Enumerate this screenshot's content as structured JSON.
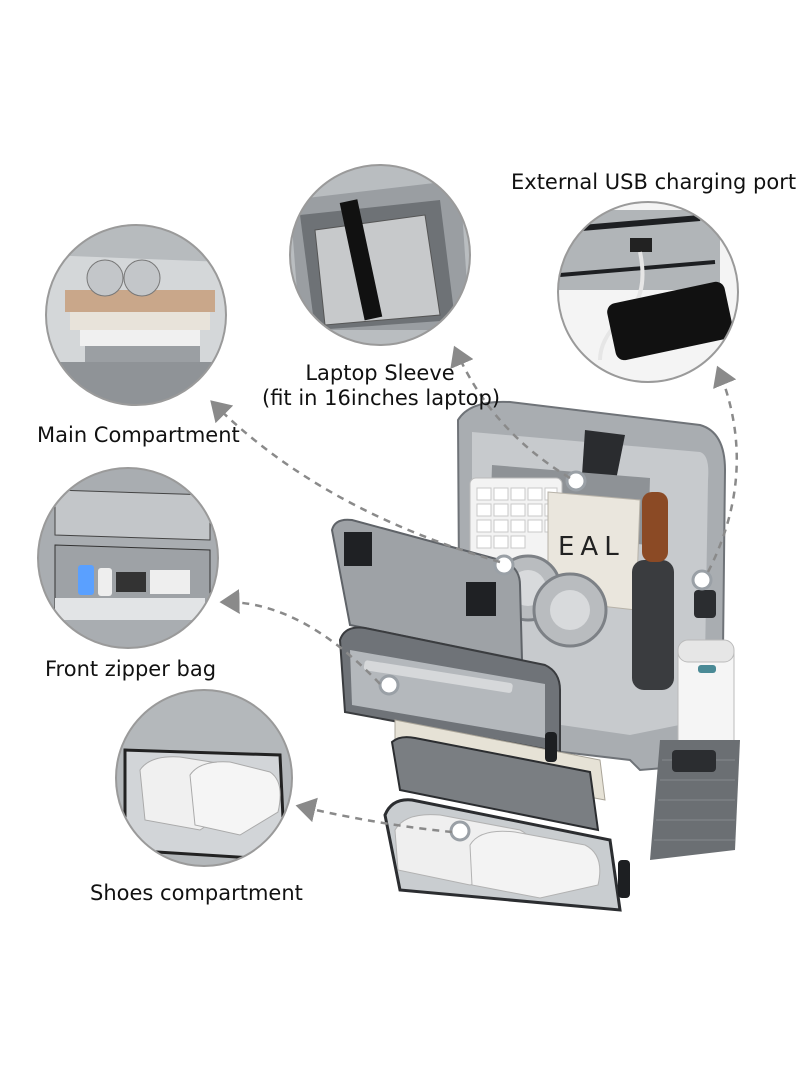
{
  "labels": {
    "usb": "External USB charging port",
    "laptop_line1": "Laptop Sleeve",
    "laptop_line2": "(fit in 16inches laptop)",
    "main": "Main Compartment",
    "front": "Front zipper bag",
    "shoes": "Shoes compartment"
  },
  "graphic_text": {
    "book_cover": "EAL"
  },
  "colors": {
    "bag_body": "#a7abae",
    "bag_dark": "#5d6166",
    "lining": "#c9cccf",
    "circle_border": "#9a9a9a",
    "arrow": "#8a8a8a",
    "phone": "#111111",
    "shoe": "#eeeeee"
  }
}
